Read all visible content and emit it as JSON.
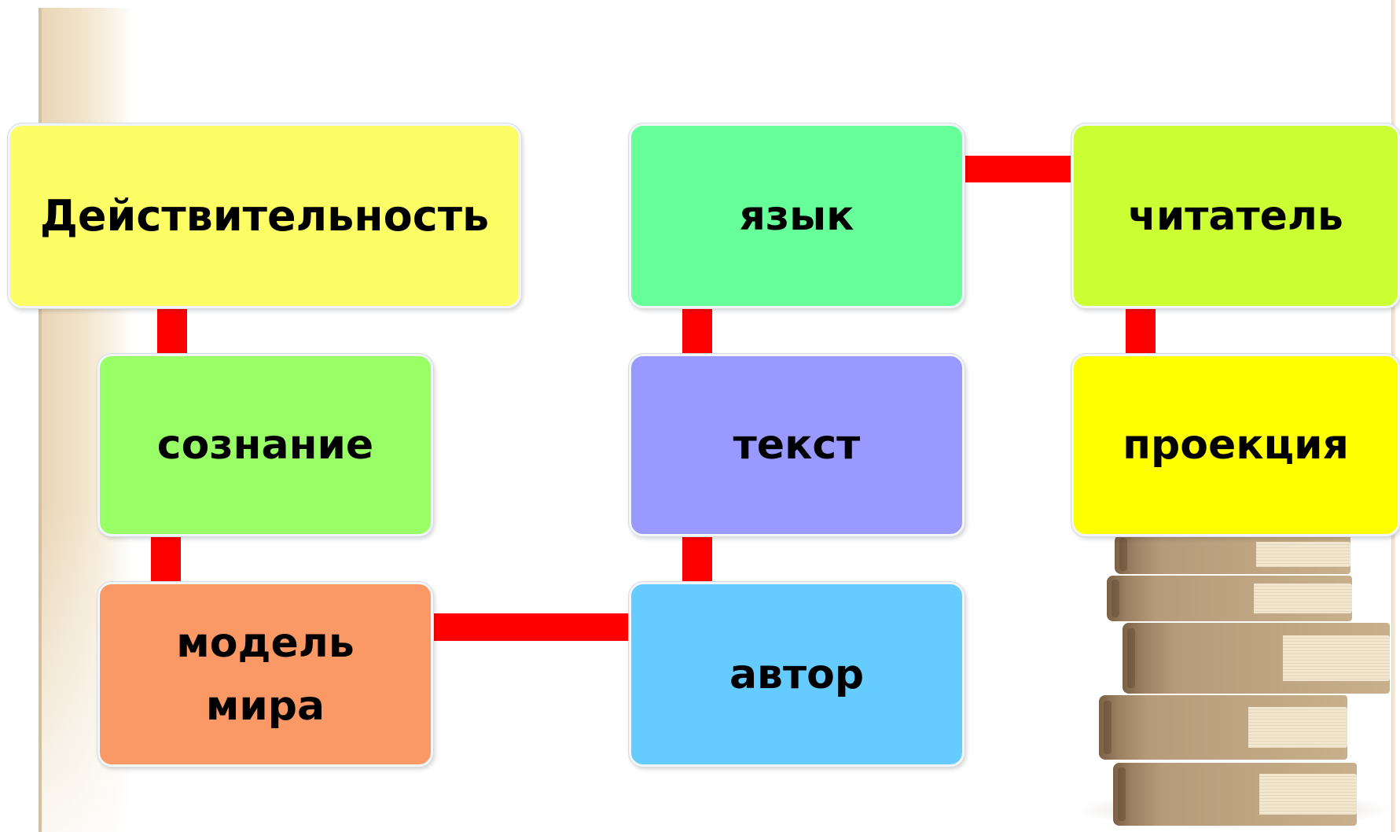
{
  "diagram": {
    "nodes": [
      {
        "id": "reality",
        "label": "Действительность",
        "color": "#fdfd66"
      },
      {
        "id": "consciousness",
        "label": "сознание",
        "color": "#99ff66"
      },
      {
        "id": "world_model",
        "label": "модель\nмира",
        "color": "#fa9966"
      },
      {
        "id": "language",
        "label": "язык",
        "color": "#66ff99"
      },
      {
        "id": "text",
        "label": "текст",
        "color": "#9999ff"
      },
      {
        "id": "author",
        "label": "автор",
        "color": "#66ccff"
      },
      {
        "id": "reader",
        "label": "читатель",
        "color": "#ccff33"
      },
      {
        "id": "projection",
        "label": "проекция",
        "color": "#ffff00"
      }
    ],
    "connections": [
      [
        "reality",
        "consciousness"
      ],
      [
        "consciousness",
        "world_model"
      ],
      [
        "world_model",
        "author"
      ],
      [
        "author",
        "text"
      ],
      [
        "text",
        "language"
      ],
      [
        "language",
        "reader"
      ],
      [
        "reader",
        "projection"
      ]
    ],
    "connector_color": "#ff0000"
  }
}
